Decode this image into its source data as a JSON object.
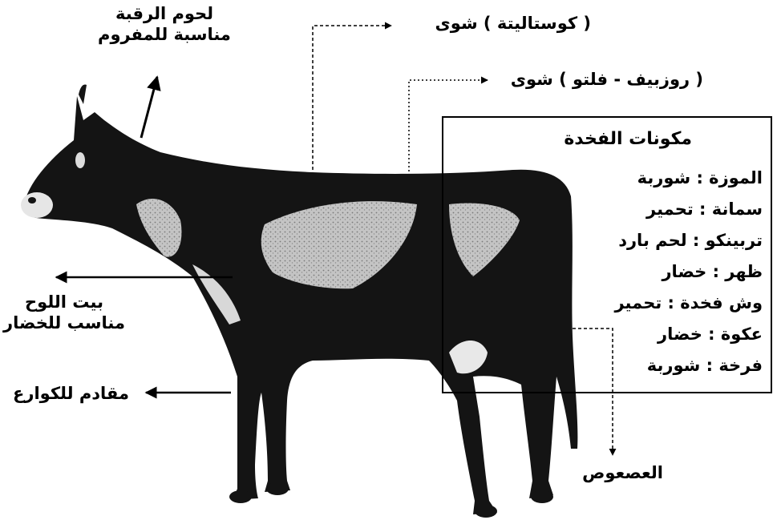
{
  "labels": {
    "neck": {
      "line1": "لحوم الرقبة",
      "line2": "مناسبة للمفروم"
    },
    "costaleta": "( كوستاليتة ) شوى",
    "rosbif": "( روزبيف - فلتو ) شوى",
    "brisket": {
      "line1": "بيت اللوح",
      "line2": "مناسب للخضار"
    },
    "forelegs": "مقادم للكوارع",
    "tail": "العصعوص"
  },
  "thigh_box": {
    "title": "مكونات الفخدة",
    "items": [
      "الموزة : شوربة",
      "سمانة : تحمير",
      "تربينكو : لحم بارد",
      "ظهر : خضار",
      "وش فخدة : تحمير",
      "عكوة : خضار",
      "فرخة : شوربة"
    ]
  },
  "colors": {
    "ink": "#000000",
    "hide": "#141414",
    "patch": "#b8b8b8",
    "paper": "#ffffff"
  }
}
